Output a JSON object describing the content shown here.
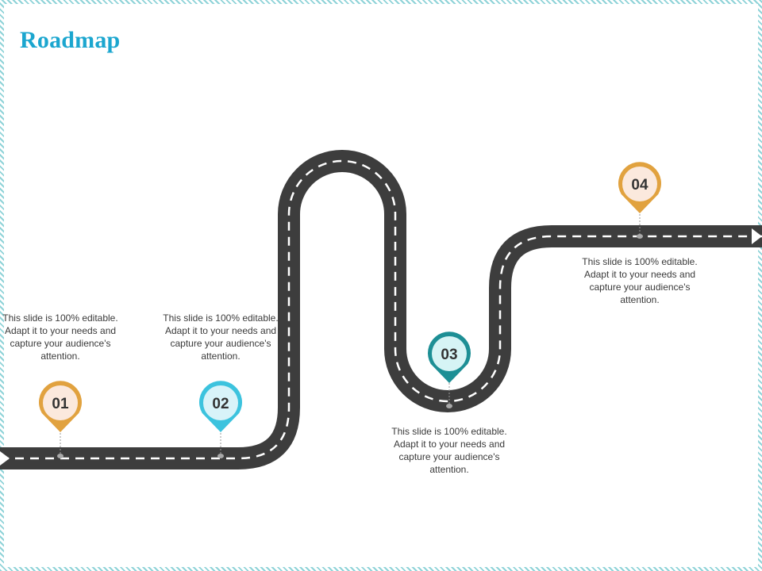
{
  "title": "Roadmap",
  "colors": {
    "title": "#1ba6cf",
    "road": "#3d3d3d",
    "road_dash": "#ffffff",
    "orange": "#e1a23f",
    "orange_fill": "#fbe9dd",
    "sky": "#3cc3de",
    "sky_fill": "#d8f3f9",
    "teal": "#1d8f95",
    "teal_fill": "#d6f4f5"
  },
  "milestones": [
    {
      "number": "01",
      "description": "This slide is 100% editable. Adapt it to your needs and capture your audience's attention.",
      "color": "orange"
    },
    {
      "number": "02",
      "description": "This slide is 100% editable. Adapt it to your needs and capture your audience's attention.",
      "color": "sky"
    },
    {
      "number": "03",
      "description": "This slide is 100% editable. Adapt it to your needs and capture your audience's attention.",
      "color": "teal"
    },
    {
      "number": "04",
      "description": "This slide is 100% editable. Adapt it to your needs and capture your audience's attention.",
      "color": "orange"
    }
  ]
}
